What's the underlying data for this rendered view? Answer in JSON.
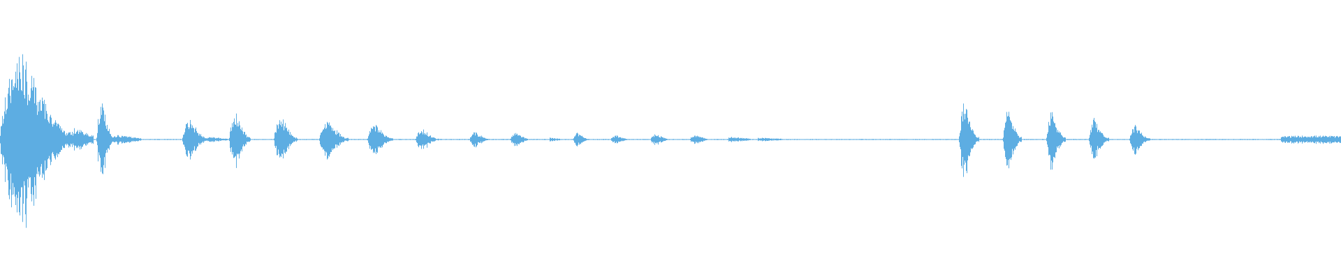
{
  "waveform": {
    "color": "#5dade2",
    "background": "#ffffff",
    "baseline_amplitude": 0.005,
    "segments": [
      {
        "start": 0.0,
        "end": 0.055,
        "peak": 0.95,
        "type": "burst"
      },
      {
        "start": 0.055,
        "end": 0.07,
        "peak": 0.12,
        "type": "tail"
      },
      {
        "start": 0.072,
        "end": 0.085,
        "peak": 0.42,
        "type": "burst"
      },
      {
        "start": 0.085,
        "end": 0.105,
        "peak": 0.05,
        "type": "tail"
      },
      {
        "start": 0.136,
        "end": 0.155,
        "peak": 0.22,
        "type": "burst"
      },
      {
        "start": 0.155,
        "end": 0.17,
        "peak": 0.03,
        "type": "tail"
      },
      {
        "start": 0.171,
        "end": 0.187,
        "peak": 0.3,
        "type": "burst"
      },
      {
        "start": 0.204,
        "end": 0.222,
        "peak": 0.27,
        "type": "burst"
      },
      {
        "start": 0.238,
        "end": 0.26,
        "peak": 0.22,
        "type": "burst"
      },
      {
        "start": 0.274,
        "end": 0.293,
        "peak": 0.17,
        "type": "burst"
      },
      {
        "start": 0.31,
        "end": 0.327,
        "peak": 0.12,
        "type": "burst"
      },
      {
        "start": 0.35,
        "end": 0.365,
        "peak": 0.09,
        "type": "burst"
      },
      {
        "start": 0.38,
        "end": 0.396,
        "peak": 0.07,
        "type": "burst"
      },
      {
        "start": 0.41,
        "end": 0.418,
        "peak": 0.02,
        "type": "tail"
      },
      {
        "start": 0.427,
        "end": 0.44,
        "peak": 0.07,
        "type": "burst"
      },
      {
        "start": 0.455,
        "end": 0.47,
        "peak": 0.05,
        "type": "burst"
      },
      {
        "start": 0.485,
        "end": 0.5,
        "peak": 0.06,
        "type": "burst"
      },
      {
        "start": 0.514,
        "end": 0.53,
        "peak": 0.05,
        "type": "burst"
      },
      {
        "start": 0.543,
        "end": 0.56,
        "peak": 0.03,
        "type": "tail"
      },
      {
        "start": 0.565,
        "end": 0.585,
        "peak": 0.02,
        "type": "tail"
      },
      {
        "start": 0.715,
        "end": 0.73,
        "peak": 0.4,
        "type": "burst"
      },
      {
        "start": 0.748,
        "end": 0.762,
        "peak": 0.34,
        "type": "burst"
      },
      {
        "start": 0.78,
        "end": 0.795,
        "peak": 0.3,
        "type": "burst"
      },
      {
        "start": 0.812,
        "end": 0.827,
        "peak": 0.22,
        "type": "burst"
      },
      {
        "start": 0.842,
        "end": 0.858,
        "peak": 0.16,
        "type": "burst"
      },
      {
        "start": 0.955,
        "end": 1.0,
        "peak": 0.04,
        "type": "block"
      }
    ]
  }
}
